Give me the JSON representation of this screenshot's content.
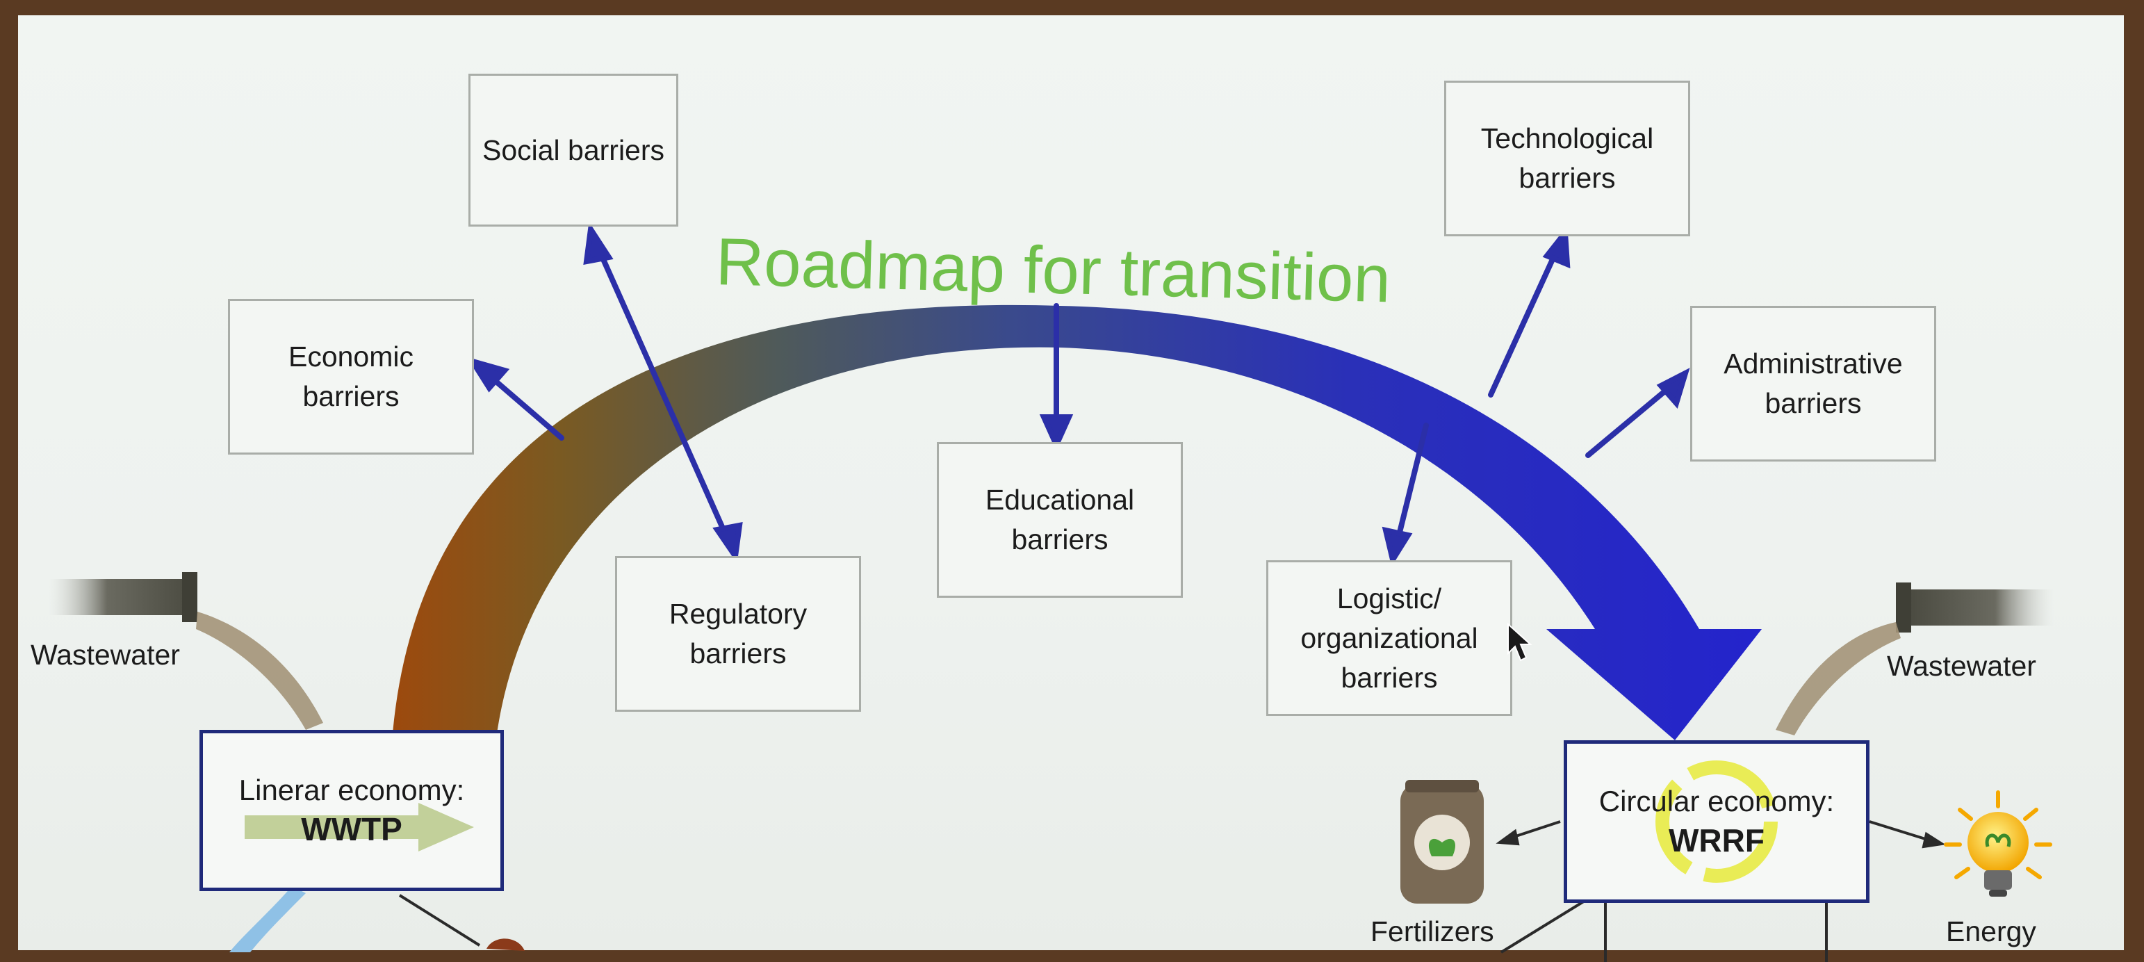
{
  "title": "Roadmap for transition",
  "barriers": {
    "social": "Social barriers",
    "economic": "Economic\nbarriers",
    "regulatory": "Regulatory\nbarriers",
    "educational": "Educational\nbarriers",
    "technological": "Technological\nbarriers",
    "administrative": "Administrative\nbarriers",
    "logistic": "Logistic/\norganizational\nbarriers"
  },
  "linear": {
    "label": "Linerar economy:",
    "name": "WWTP"
  },
  "circular": {
    "label": "Circular economy:",
    "name": "WRRF"
  },
  "wastewater_left": "Wastewater",
  "wastewater_right": "Wastewater",
  "fertilizers": "Fertilizers",
  "energy": "Energy",
  "colors": {
    "title_green": "#6fc04a",
    "arrow_blue": "#2b2fa8",
    "arc_start": "#a04a10",
    "arc_end": "#2727c8",
    "box_border": "#1f2a7a"
  }
}
